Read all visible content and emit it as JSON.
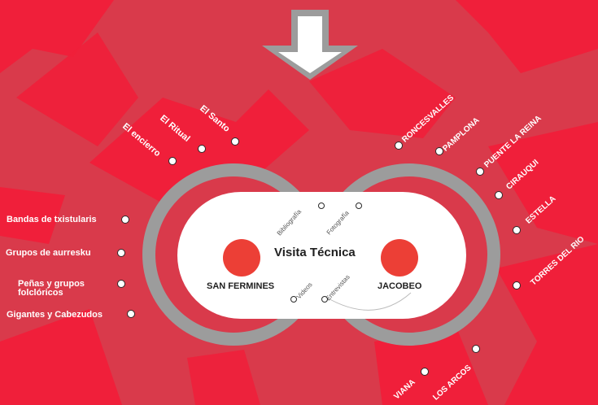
{
  "colors": {
    "background": "#d93a4b",
    "shape_bright": "#f01f3a",
    "ring_gray": "#9c9c9c",
    "accent_dot": "#ec3f36",
    "dot_border": "#2a2a2a"
  },
  "center": {
    "title": "Visita Técnica",
    "left_label": "SAN FERMINES",
    "right_label": "JACOBEO",
    "small_links": [
      "Bibliografía",
      "Fotografía",
      "Videos",
      "Entrevistas"
    ]
  },
  "san_fermines_links": [
    "El encierro",
    "El Ritual",
    "El Santo"
  ],
  "left_links": [
    "Bandas de txistularis",
    "Grupos de aurresku",
    "Peñas y grupos folclóricos",
    "Gigantes y Cabezudos"
  ],
  "camino_links": [
    "RONCESVALLES",
    "PAMPLONA",
    "PUENTE LA REINA",
    "CIRAUQUI",
    "ESTELLA",
    "TORRES DEL RIO",
    "LOS ARCOS",
    "VIANA"
  ],
  "icons": {
    "top_arrow": "down-arrow-icon"
  }
}
